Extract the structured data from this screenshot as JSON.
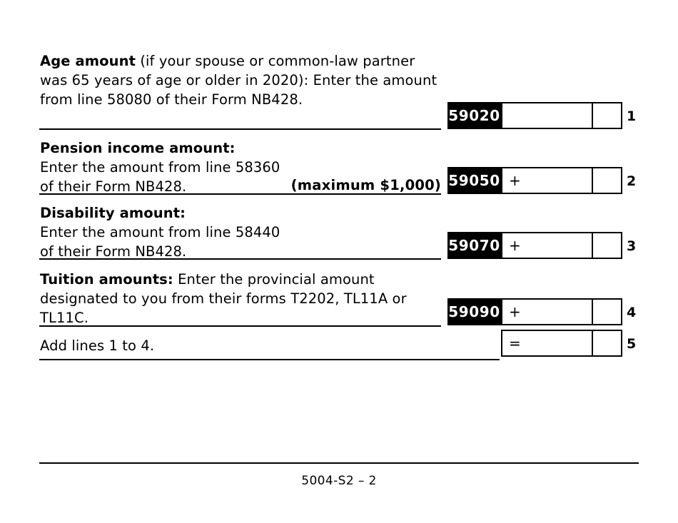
{
  "form": {
    "footer_code": "5004-S2 – 2"
  },
  "rows": [
    {
      "id": "age-amount",
      "text_html": "<b>Age amount</b> (if your spouse or common-law partner was 65 years of age or older in 2020): Enter the amount from line 58080 of their Form NB428.",
      "field_code": "59020",
      "operator": "",
      "line_number": "1"
    },
    {
      "id": "pension-income-amount",
      "text_html": "<b>Pension income amount:</b><br>Enter the amount from line 58360<br>of their Form NB428.",
      "note": "(maximum $1,000)",
      "field_code": "59050",
      "operator": "+",
      "line_number": "2"
    },
    {
      "id": "disability-amount",
      "text_html": "<b>Disability amount:</b><br>Enter the amount from line 58440<br>of their Form NB428.",
      "field_code": "59070",
      "operator": "+",
      "line_number": "3"
    },
    {
      "id": "tuition-amounts",
      "text_html": "<b>Tuition amounts:</b> Enter the provincial amount designated to you from their forms T2202, TL11A or TL11C.",
      "field_code": "59090",
      "operator": "+",
      "line_number": "4"
    },
    {
      "id": "add-lines-total",
      "text_html": "Add lines 1 to 4.",
      "field_code": "",
      "operator": "=",
      "line_number": "5"
    }
  ]
}
